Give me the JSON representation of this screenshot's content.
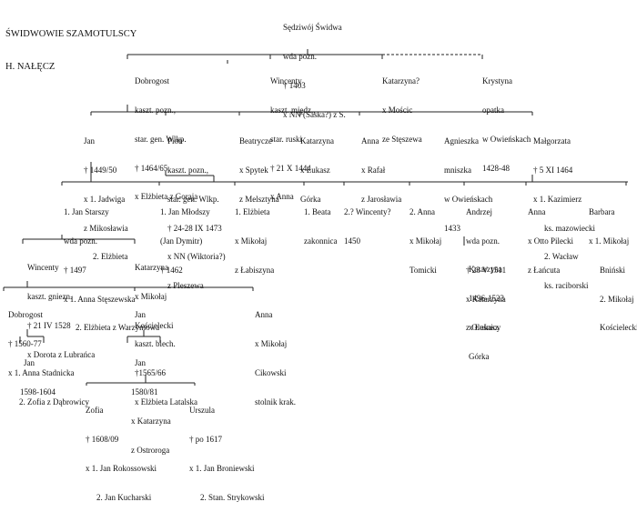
{
  "title": [
    "ŚWIDWOWIE SZAMOTULSCY",
    "H. NAŁĘCZ"
  ],
  "persons": {
    "sedziwoj": [
      "Sędziwój Świdwa",
      "wda pozn.",
      "† 1403",
      "x NN (Saska?) z S."
    ],
    "dobrogost": [
      "Dobrogost",
      "kaszt. pozn.,",
      "star. gen. Wlkp.",
      "† 1464/65",
      "x Elżbieta z Goraja"
    ],
    "wincenty_k": [
      "Wincenty",
      "kaszt. międz.,",
      "star. ruski",
      "† 21 X 1444",
      "x Anna"
    ],
    "katarzyna_m": [
      "Katarzyna?",
      "x Mościc",
      "ze Stęszewa"
    ],
    "krystyna": [
      "Krystyna",
      "opatka",
      "w Owieńskach",
      "1428-48"
    ],
    "jan_1449": [
      "Jan",
      "† 1449/50",
      "x 1. Jadwiga",
      "z Mikosławia",
      "2. Elżbieta"
    ],
    "piotr": [
      "Piotr",
      "kaszt. pozn.,",
      "star. gen. Wlkp.",
      "† 24-28 IX 1473",
      "x NN (Wiktoria?)",
      "z Pleszewa"
    ],
    "beatrycze": [
      "Beatrycze",
      "x Spytek",
      "z Melsztyna"
    ],
    "katarzyna_g": [
      "Katarzyna",
      "x Łukasz",
      "Górka"
    ],
    "anna_r": [
      "Anna",
      "x Rafał",
      "z Jarosławia"
    ],
    "agnieszka": [
      "Agnieszka",
      "mniszka",
      "w Owieńskach",
      "1433"
    ],
    "malgorzata": [
      "Małgorzata",
      "† 5 XI 1464",
      "x 1. Kazimierz",
      "ks. mazowiecki",
      "2. Wacław",
      "ks. raciborski"
    ],
    "jan_starszy": [
      "1. Jan Starszy",
      "wda pozn.",
      "† 1497",
      "x 1. Anna Stęszewska",
      "2. Elżbieta z Warzymowa"
    ],
    "jan_mlodszy": [
      "1. Jan Młodszy",
      "(Jan Dymitr)",
      "† 1462"
    ],
    "elzbieta": [
      "1. Elżbieta",
      "x Mikołaj",
      "z Łabiszyna"
    ],
    "beata": [
      "1. Beata",
      "zakonnica"
    ],
    "wincenty_q": [
      "2.? Wincenty?",
      "1450"
    ],
    "anna_t": [
      "2. Anna",
      "x Mikołaj",
      "Tomicki"
    ],
    "andrzej": [
      "Andrzej",
      "wda pozn.",
      "† 23 V 1511",
      "x Katarzyna",
      "z Oleśnicy"
    ],
    "anna_p": [
      "Anna",
      "x Otto Pilecki",
      "z Łańcuta"
    ],
    "barbara": [
      "Barbara",
      "x 1. Mikołaj",
      "Bniński",
      "2. Mikołaj",
      "Kościelecki"
    ],
    "katarzyna_andrzej": [
      "Katarzyna",
      "1496-1523",
      "x Łukasz",
      "Górka"
    ],
    "wincenty_g": [
      "Wincenty",
      "kaszt. gniezn.",
      "† 21 IV 1528",
      "x Dorota z Lubrańca"
    ],
    "katarzyna_k": [
      "Katarzyna",
      "x Mikołaj",
      "Kościelecki"
    ],
    "dobrogost_2": [
      "Dobrogost",
      "† 1560-77",
      "x 1. Anna Stadnicka",
      "2. Zofia z Dąbrowicy"
    ],
    "jan_biech": [
      "Jan",
      "kaszt. biech.",
      "†1565/66",
      "x Elżbieta Latalska"
    ],
    "anna_c": [
      "Anna",
      "x Mikołaj",
      "Cikowski",
      "stolnik krak."
    ],
    "jan_1598": [
      "Jan",
      "1598-1604"
    ],
    "jan_1580": [
      "Jan",
      "1580/81",
      "x Katarzyna",
      "z Ostroroga"
    ],
    "zofia": [
      "Zofia",
      "† 1608/09",
      "x 1. Jan Rokossowski",
      "2. Jan Kucharski"
    ],
    "urszula": [
      "Urszula",
      "† po 1617",
      "x 1. Jan Broniewski",
      "2. Stan. Strykowski"
    ]
  }
}
